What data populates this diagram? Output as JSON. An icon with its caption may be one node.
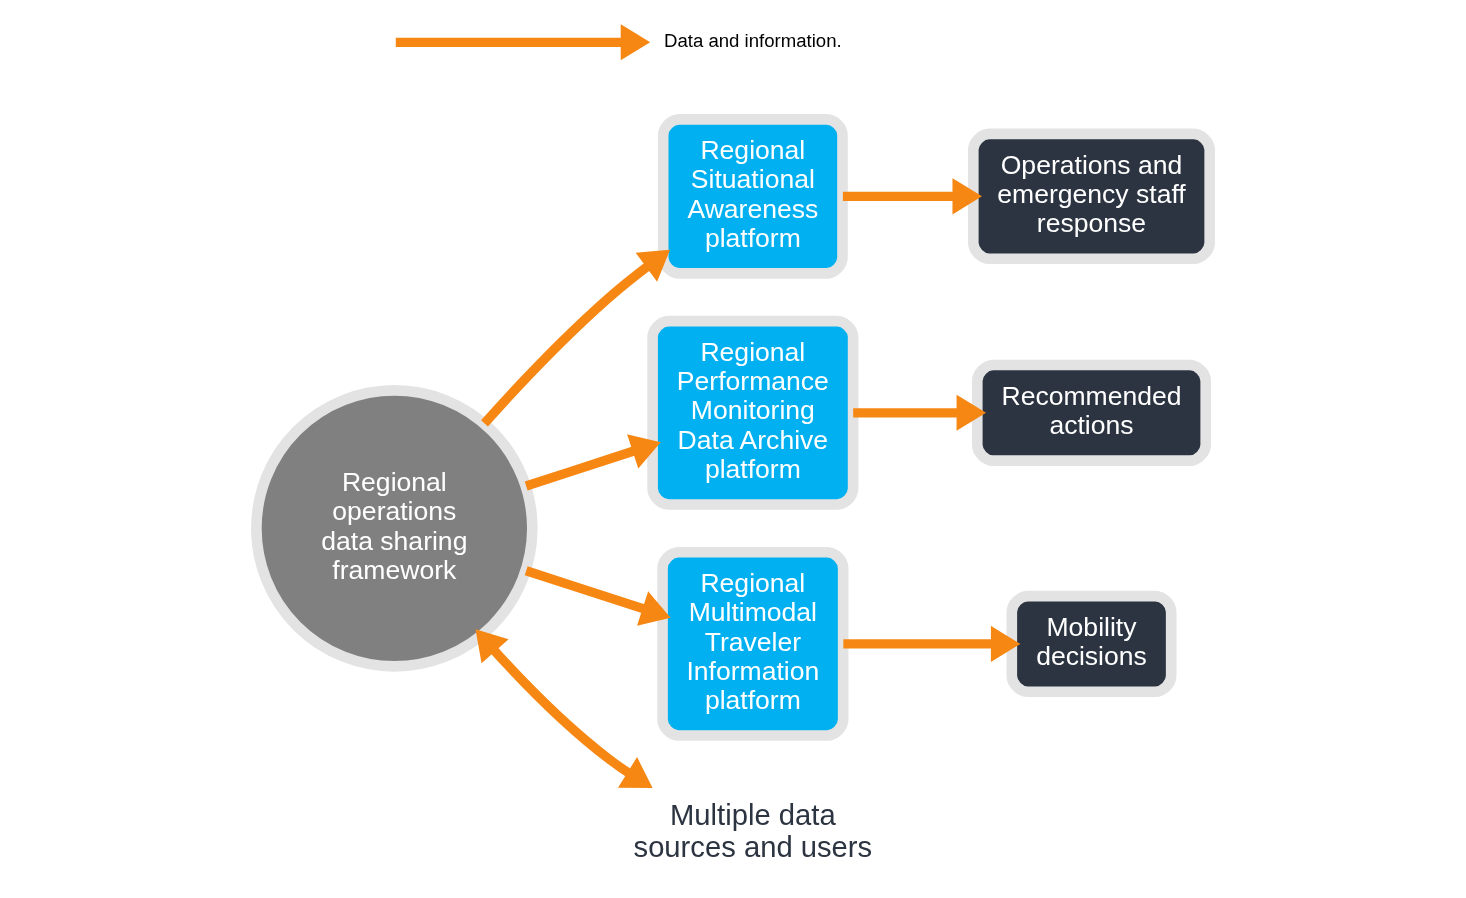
{
  "diagram": {
    "nodes": [
      {
        "text": [
          "Regional Situational Awareness platform"
        ]
      },
      {
        "text": [
          "Operations and emergency staff response"
        ]
      },
      {
        "text": [
          "Regional Performance Monitoring Data Archive platform"
        ]
      },
      {
        "text": [
          "Regional Multimodal Traveler Information platform"
        ]
      },
      {
        "text": [
          "Mobility decisions"
        ]
      },
      {
        "text": [
          "Regional operations data sharing framework"
        ]
      },
      {
        "text": [
          "Recommended actions"
        ]
      },
      {
        "text": [
          "Multiple data sources and users"
        ]
      }
    ],
    "edges": [
      {
        "from": 0,
        "to": 1,
        "arrow": "to"
      },
      {
        "from": 5,
        "to": 0,
        "arrow": "to"
      },
      {
        "from": 5,
        "to": 2,
        "arrow": "to"
      },
      {
        "from": 5,
        "to": 3,
        "arrow": "to"
      },
      {
        "from": 3,
        "to": 4,
        "arrow": "to"
      },
      {
        "from": 2,
        "to": 6,
        "arrow": "to"
      },
      {
        "from": 5,
        "to": 7,
        "arrow": "both"
      }
    ],
    "legend": [
      {
        "text": "Data and information."
      }
    ]
  }
}
